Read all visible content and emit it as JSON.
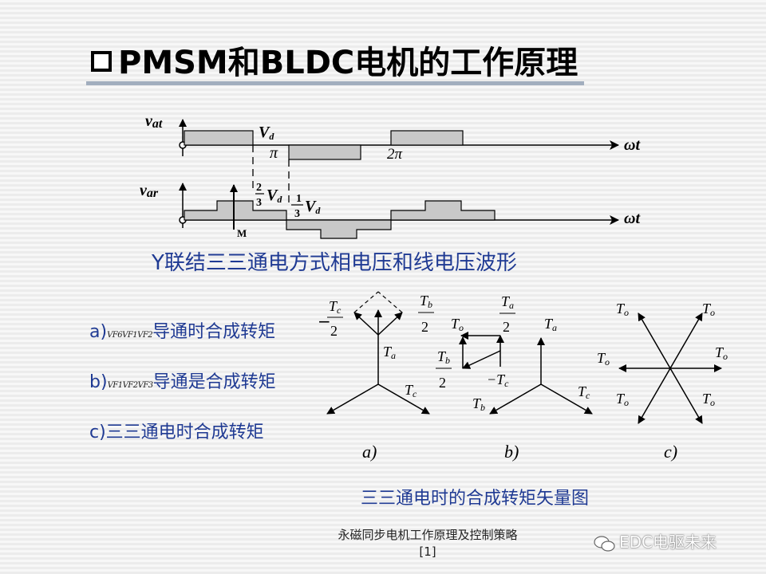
{
  "title": "PMSM和BLDC电机的工作原理",
  "waveform": {
    "top_ylabel": "v",
    "top_ylabel_sub": "at",
    "bottom_ylabel": "v",
    "bottom_ylabel_sub": "ar",
    "x_label": "ωt",
    "vd_label": "V",
    "vd_sub": "d",
    "pi_label": "π",
    "two_pi_label": "2π",
    "frac_two_thirds_num": "2",
    "frac_two_thirds_den": "3",
    "frac_one_third_num": "1",
    "frac_one_third_den": "3",
    "m_label": "M"
  },
  "caption_waveform": "Y联结三三通电方式相电压和线电压波形",
  "items": {
    "a_prefix": "a)",
    "a_small": "VF6VF1VF2",
    "a_text": "导通时合成转矩",
    "b_prefix": "b)",
    "b_small": "VF1VF2VF3",
    "b_text": "导通是合成转矩",
    "c_text": "c)三三通电时合成转矩"
  },
  "vectors": {
    "Ta": "T",
    "Ta_sub": "a",
    "Tb": "T",
    "Tb_sub": "b",
    "Tc": "T",
    "Tc_sub": "c",
    "To": "T",
    "To_sub": "o",
    "minus": "−",
    "two": "2",
    "label_a": "a)",
    "label_b": "b)",
    "label_c": "c)"
  },
  "caption_vectors": "三三通电时的合成转矩矢量图",
  "footer": {
    "line1": "永磁同步电机工作原理及控制策略",
    "line2": "[1]"
  },
  "watermark": "EDC电驱未来",
  "colors": {
    "accent_text": "#1f3a93",
    "title_rule": "#a2aebe",
    "waveform_fill": "#c8c8c8"
  }
}
